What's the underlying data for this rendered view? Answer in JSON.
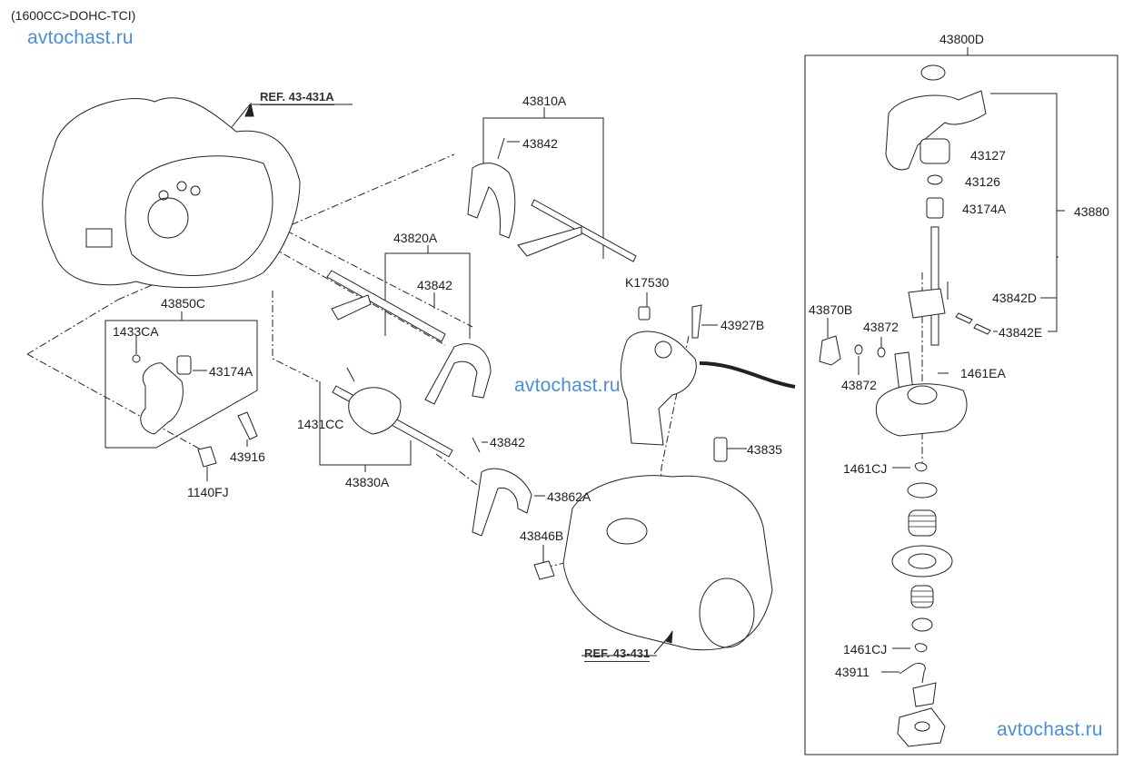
{
  "header": {
    "engine_spec": "(1600CC>DOHC-TCI)"
  },
  "watermarks": [
    "avtochast.ru",
    "avtochast.ru",
    "avtochast.ru"
  ],
  "references": {
    "ref_upper": "REF. 43-431A",
    "ref_lower": "REF. 43-431"
  },
  "parts": {
    "p43810A": "43810A",
    "p43842_a": "43842",
    "p43820A": "43820A",
    "p43842_b": "43842",
    "p43850C": "43850C",
    "p1433CA": "1433CA",
    "p43174A_left": "43174A",
    "p43916": "43916",
    "p1140FJ": "1140FJ",
    "p1431CC": "1431CC",
    "p43830A": "43830A",
    "p43842_c": "43842",
    "p43862A": "43862A",
    "pK17530": "K17530",
    "p43927B": "43927B",
    "p43835": "43835",
    "p43846B": "43846B",
    "p43800D": "43800D",
    "p43127": "43127",
    "p43126": "43126",
    "p43174A_right": "43174A",
    "p43880": "43880",
    "p43842D": "43842D",
    "p43842E": "43842E",
    "p43870B": "43870B",
    "p43872_top": "43872",
    "p43872_bottom": "43872",
    "p1461EA": "1461EA",
    "p1461CJ_top": "1461CJ",
    "p1461CJ_bottom": "1461CJ",
    "p43911": "43911"
  }
}
